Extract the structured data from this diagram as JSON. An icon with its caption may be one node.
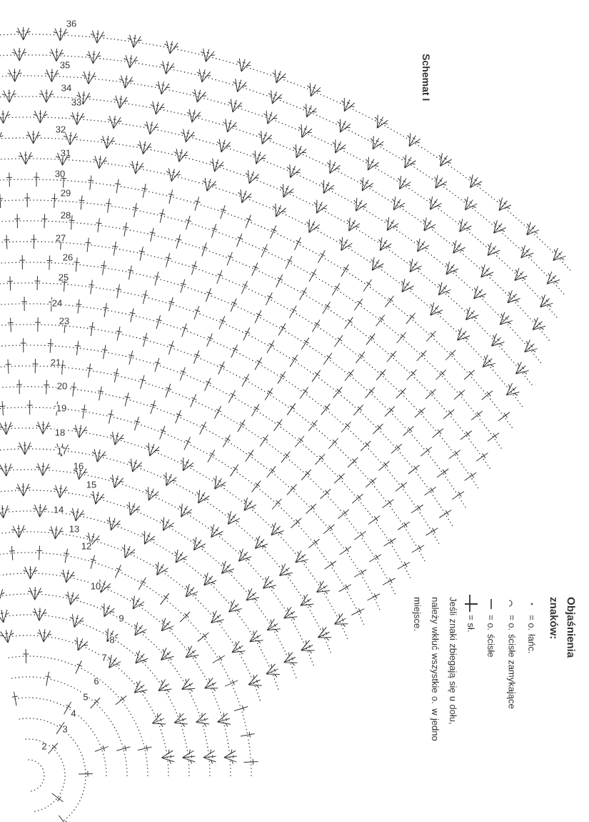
{
  "diagram": {
    "title": "Schemat I",
    "labels": [
      "36",
      "35",
      "34",
      "33",
      "32",
      "31",
      "30",
      "29",
      "28",
      "27",
      "26",
      "25",
      "24",
      "23",
      "21",
      "20",
      "19",
      "18",
      "17",
      "16",
      "15",
      "14",
      "13",
      "12",
      "10",
      "9",
      "8",
      "7",
      "6",
      "5",
      "4",
      "3",
      "2",
      "Objaśnienia znaków:",
      "Jeśli znaki zbiegają się u dołu, należy wkłuć wszystkie o. w jedno miejsce."
    ],
    "legend": [
      {
        "text": "= o. łańc."
      },
      {
        "text": "= o. ścisłe zamykające"
      },
      {
        "text": "= o. ścisłe"
      },
      {
        "text": "= sł."
      }
    ]
  }
}
